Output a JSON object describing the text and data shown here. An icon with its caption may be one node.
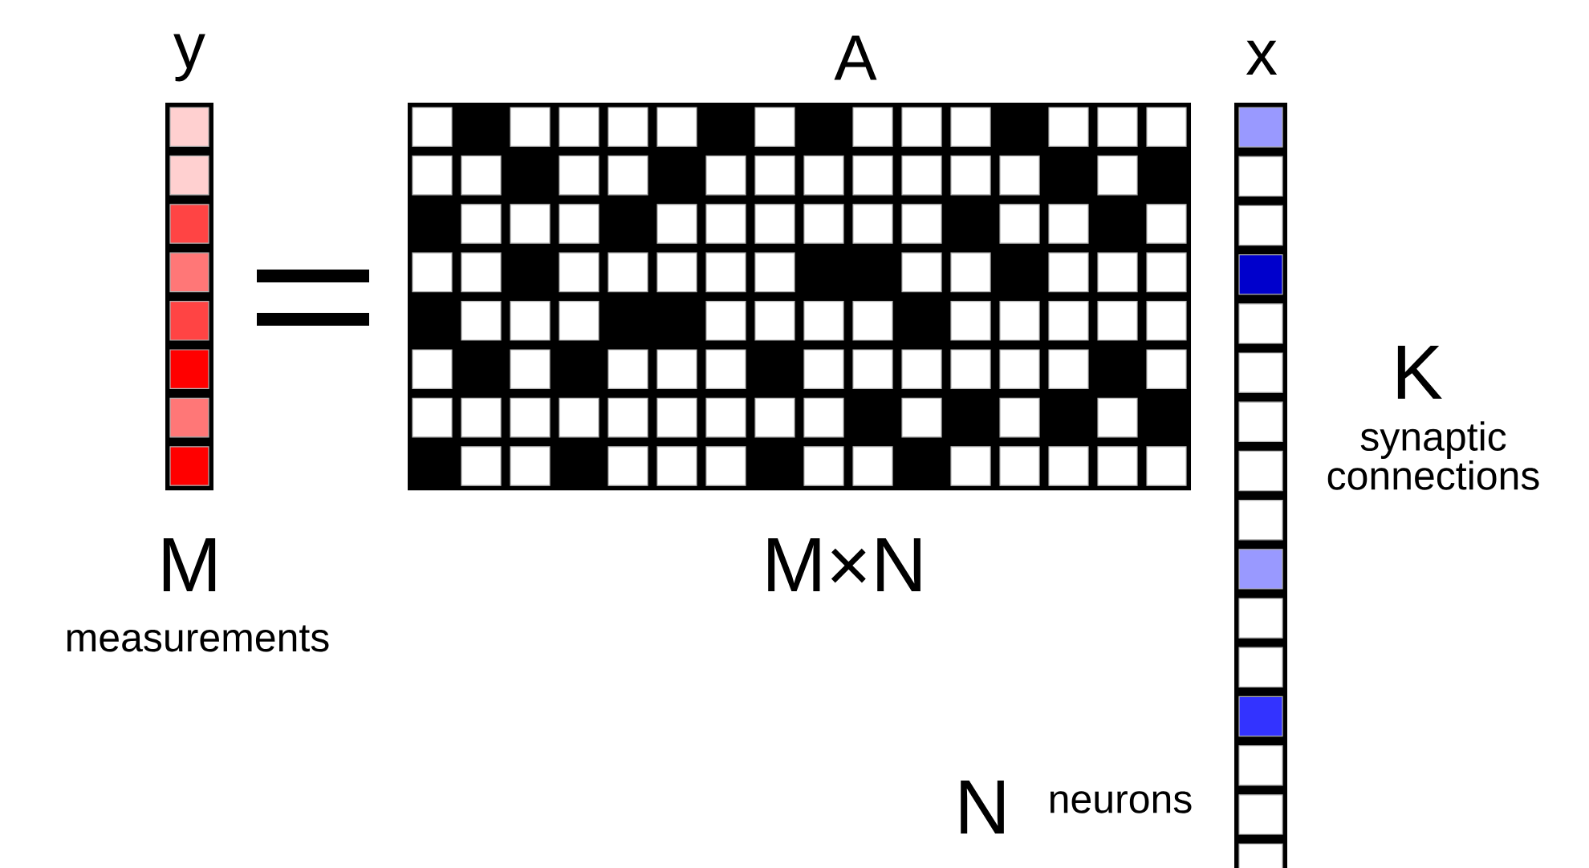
{
  "diagram": {
    "labels": [
      "y",
      "A",
      "x",
      "M",
      "measurements",
      "M×N",
      "K",
      "synaptic connections",
      "N",
      "neurons"
    ]
  }
}
